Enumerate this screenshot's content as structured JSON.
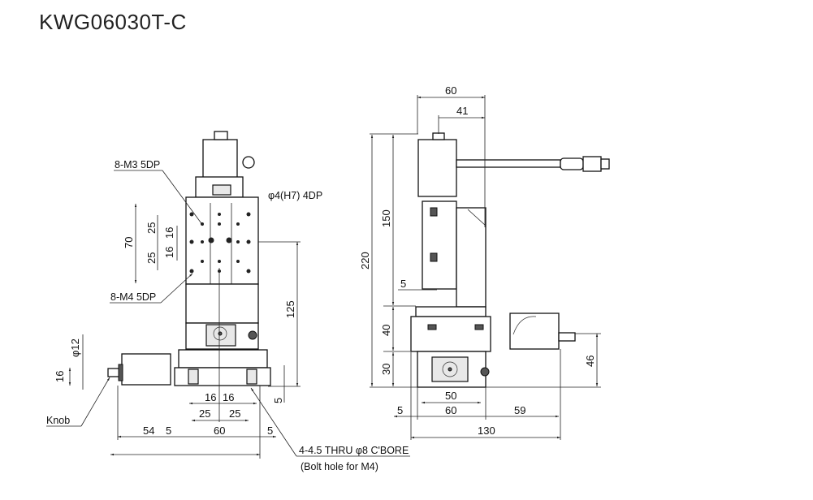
{
  "title": "KWG06030T-C",
  "front_view": {
    "notes": {
      "m3": "8-M3 5DP",
      "pin": "φ4(H7) 4DP",
      "m4": "8-M4 5DP",
      "knob": "Knob",
      "bore": "4-4.5 THRU φ8 C'BORE",
      "bolt": "(Bolt hole for M4)"
    },
    "dims": {
      "d70": "70",
      "d25a": "25",
      "d25b": "25",
      "d16a": "16",
      "d16b": "16",
      "d125": "125",
      "d12": "φ12",
      "d16c": "16",
      "d5r": "5",
      "b16a": "16",
      "b16b": "16",
      "b25a": "25",
      "b25b": "25",
      "b54": "54",
      "b5a": "5",
      "b60": "60",
      "b5b": "5"
    }
  },
  "side_view": {
    "dims": {
      "t60": "60",
      "t41": "41",
      "h220": "220",
      "h150": "150",
      "h5": "5",
      "h40": "40",
      "h30": "30",
      "h46": "46",
      "b50": "50",
      "b5": "5",
      "b60": "60",
      "b59": "59",
      "b130": "130"
    }
  }
}
